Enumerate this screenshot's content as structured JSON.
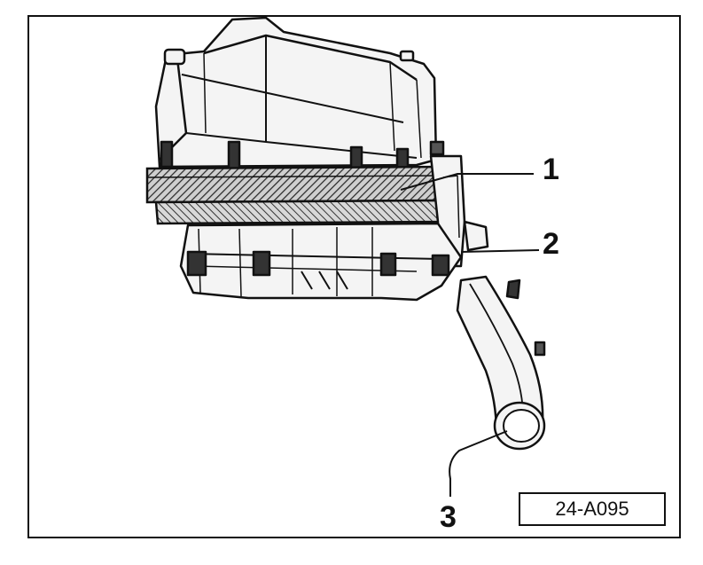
{
  "callouts": {
    "one": "1",
    "two": "2",
    "three": "3"
  },
  "reference": "24-A095",
  "colors": {
    "line": "#111111",
    "filter_hatch": "#333333",
    "background": "#ffffff"
  }
}
